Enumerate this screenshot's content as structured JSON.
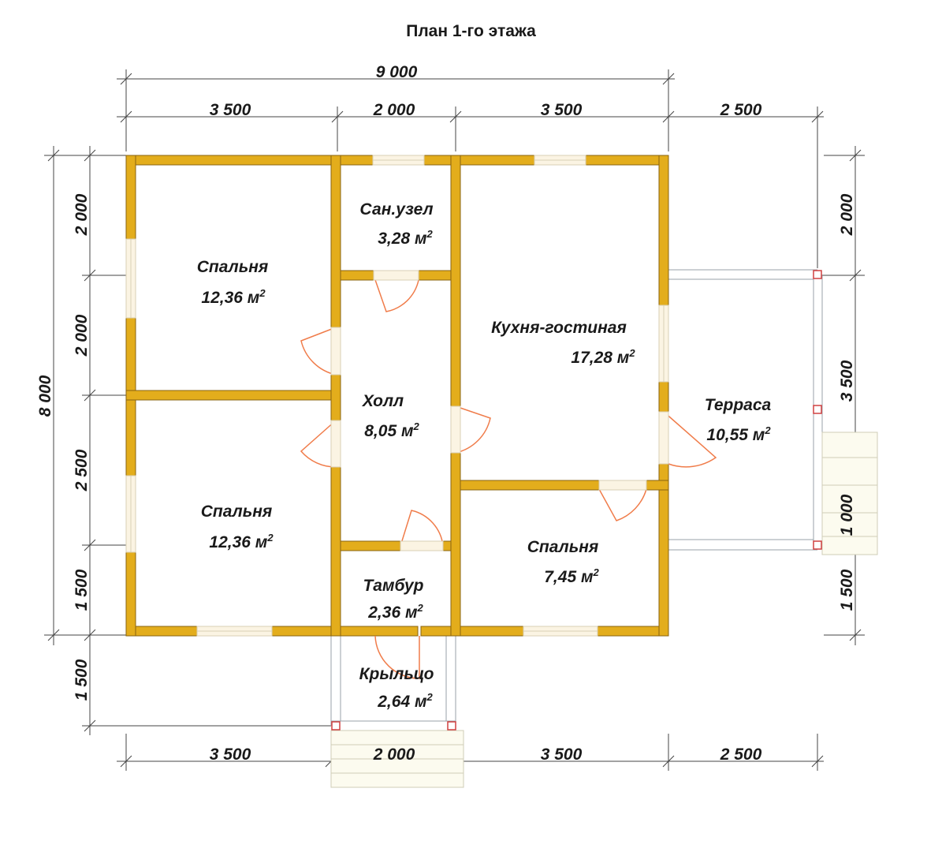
{
  "title": "План 1-го этажа",
  "colors": {
    "wall": "#e3ad1c",
    "wall_outline": "#8a6410",
    "door": "#f07c4a",
    "opening": "#fbf4e3",
    "dim_line": "#444444",
    "post": "#d04040"
  },
  "icons": {
    "door_swing": "door-swing-icon",
    "window": "window-icon"
  },
  "dimensions": {
    "overall_width": "9 000",
    "top": [
      "3 500",
      "2 000",
      "3 500",
      "2 500"
    ],
    "bottom": [
      "3 500",
      "2 000",
      "3 500",
      "2 500"
    ],
    "overall_height": "8 000",
    "left": [
      "2 000",
      "2 000",
      "2 500",
      "1 500",
      "1 500"
    ],
    "right": [
      "2 000",
      "3 500",
      "1 000",
      "1 500"
    ]
  },
  "rooms": [
    {
      "name": "Спальня",
      "area": "12,36 м",
      "unit_exp": "2"
    },
    {
      "name": "Сан.узел",
      "area": "3,28 м",
      "unit_exp": "2"
    },
    {
      "name": "Кухня-гостиная",
      "area": "17,28 м",
      "unit_exp": "2"
    },
    {
      "name": "Холл",
      "area": "8,05 м",
      "unit_exp": "2"
    },
    {
      "name": "Терраса",
      "area": "10,55 м",
      "unit_exp": "2"
    },
    {
      "name": "Спальня",
      "area": "12,36 м",
      "unit_exp": "2"
    },
    {
      "name": "Спальня",
      "area": "7,45 м",
      "unit_exp": "2"
    },
    {
      "name": "Тамбур",
      "area": "2,36 м",
      "unit_exp": "2"
    },
    {
      "name": "Крыльцо",
      "area": "2,64 м",
      "unit_exp": "2"
    }
  ]
}
